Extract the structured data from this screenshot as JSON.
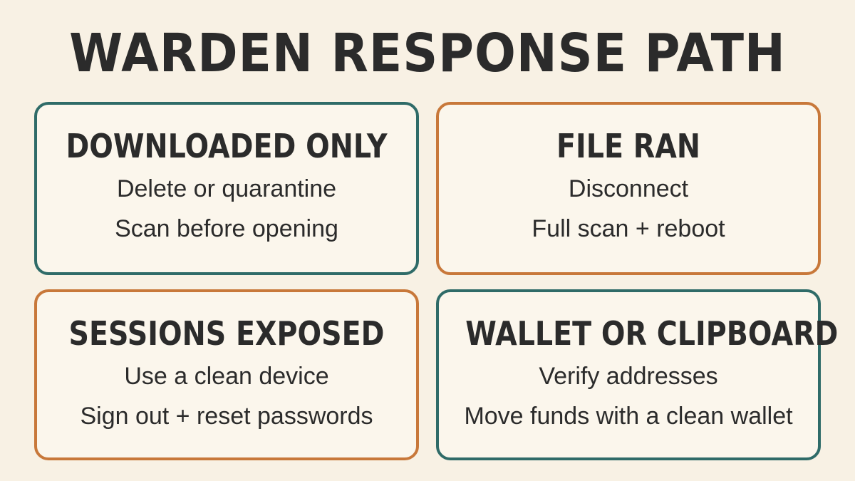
{
  "title": "WARDEN RESPONSE PATH",
  "cards": [
    {
      "heading": "DOWNLOADED ONLY",
      "lines": [
        "Delete or quarantine",
        "Scan before opening"
      ],
      "border_color": "#2f6b68"
    },
    {
      "heading": "FILE RAN",
      "lines": [
        "Disconnect",
        "Full scan + reboot"
      ],
      "border_color": "#c8783a"
    },
    {
      "heading": "SESSIONS EXPOSED",
      "lines": [
        "Use a clean device",
        "Sign out + reset passwords"
      ],
      "border_color": "#c8783a"
    },
    {
      "heading": "WALLET OR CLIPBOARD",
      "lines": [
        "Verify addresses",
        "Move funds with a clean wallet"
      ],
      "border_color": "#2f6b68"
    }
  ],
  "colors": {
    "background": "#f8f1e4",
    "text": "#2b2b2b",
    "teal": "#2f6b68",
    "orange": "#c8783a"
  }
}
